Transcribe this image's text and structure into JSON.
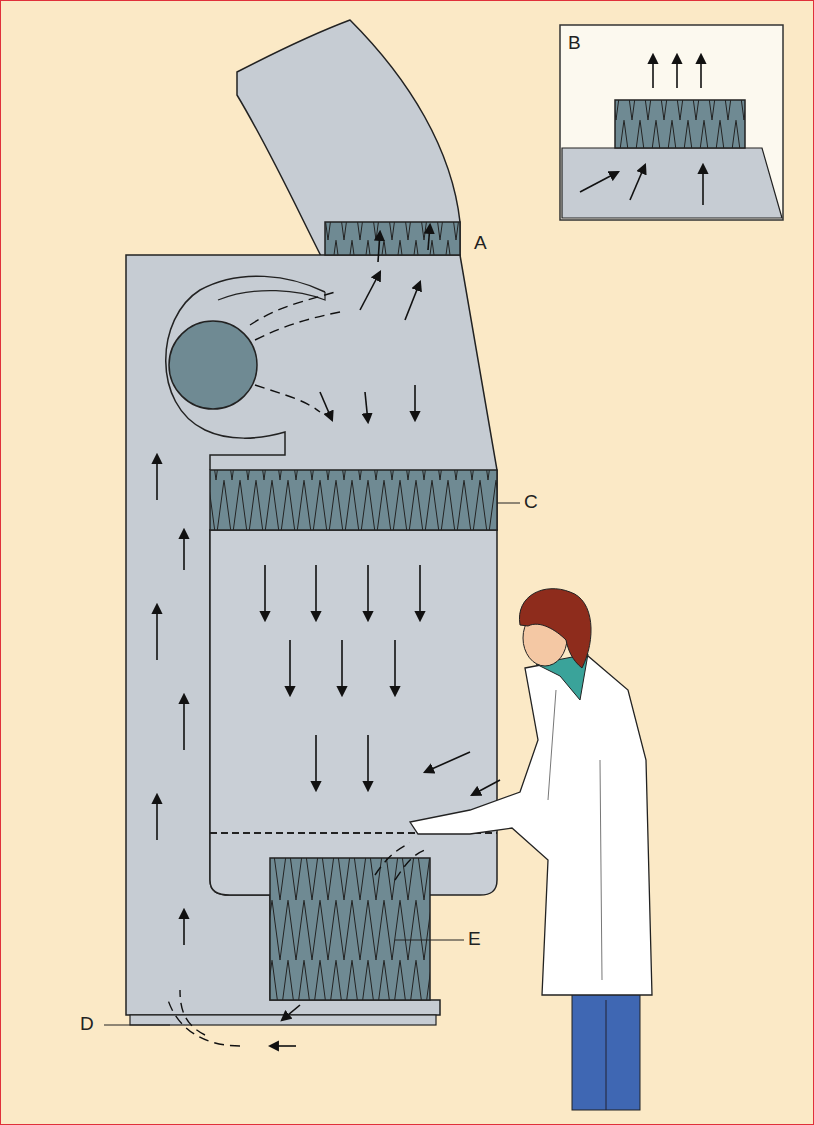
{
  "diagram": {
    "nodes": [
      {
        "text": [
          "B"
        ]
      }
    ],
    "labels": [
      "A",
      "C",
      "D",
      "E"
    ]
  }
}
